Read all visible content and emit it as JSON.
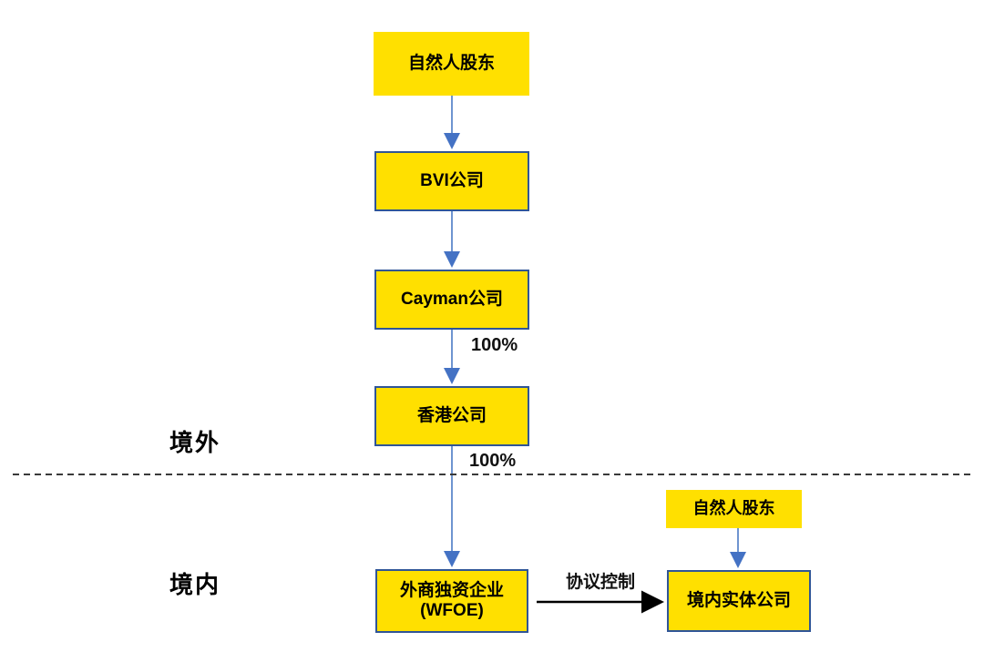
{
  "diagram": {
    "regions": {
      "offshore_label": "境外",
      "onshore_label": "境内"
    },
    "nodes": {
      "natural_top": {
        "label": "自然人股东"
      },
      "bvi": {
        "label": "BVI公司"
      },
      "cayman": {
        "label": "Cayman公司"
      },
      "hk": {
        "label": "香港公司"
      },
      "wfoe": {
        "label_line1": "外商独资企业",
        "label_line2": "(WFOE)"
      },
      "natural_right": {
        "label": "自然人股东"
      },
      "domestic": {
        "label": "境内实体公司"
      }
    },
    "edges": [
      {
        "from": "natural_top",
        "to": "bvi",
        "label": "",
        "style": "blue-arrow"
      },
      {
        "from": "bvi",
        "to": "cayman",
        "label": "",
        "style": "blue-arrow"
      },
      {
        "from": "cayman",
        "to": "hk",
        "label": "100%",
        "style": "blue-arrow"
      },
      {
        "from": "hk",
        "to": "wfoe",
        "label": "100%",
        "style": "blue-arrow"
      },
      {
        "from": "natural_right",
        "to": "domestic",
        "label": "",
        "style": "blue-arrow"
      },
      {
        "from": "wfoe",
        "to": "domestic",
        "label": "协议控制",
        "style": "black-arrow"
      }
    ],
    "edge_labels": {
      "cayman_to_hk": "100%",
      "hk_to_wfoe": "100%",
      "wfoe_to_domestic": "协议控制"
    },
    "colors": {
      "box_fill": "#FFE000",
      "box_border": "#2F5597",
      "arrow_blue_line": "#6E94D0",
      "arrow_blue_head": "#4472C4",
      "arrow_black": "#000000",
      "divider": "#3A3A3A"
    }
  }
}
